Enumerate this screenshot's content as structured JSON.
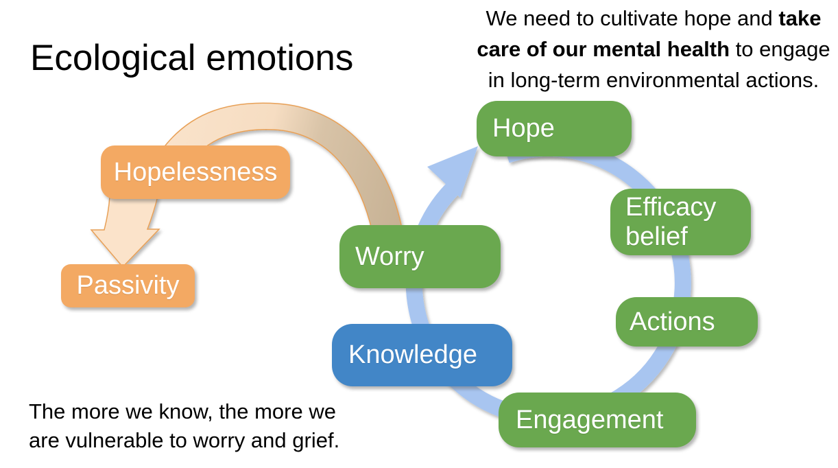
{
  "slide": {
    "title": "Ecological emotions",
    "note_top_right": {
      "full_text": "We need to cultivate hope and take care of our mental health to engage in long-term environmental actions.",
      "bold_text": "take care of our mental health",
      "lines": [
        {
          "pre": "We need to cultivate hope and ",
          "bold": "take",
          "post": ""
        },
        {
          "pre": "",
          "bold": "care of our mental health",
          "post": " to engage"
        },
        {
          "pre": "",
          "bold": "",
          "post": "in long-term environmental actions."
        }
      ]
    },
    "note_bottom_left": {
      "full_text": "The more we know, the more we are vulnerable to worry and grief.",
      "lines": [
        "The more we know, the more we",
        "are vulnerable to worry and grief."
      ]
    }
  },
  "diagram": {
    "cycle": {
      "ring_color": "#A8C5F0",
      "node_color_green": "#6AA84F",
      "node_color_blue": "#4286C7",
      "nodes": {
        "hope": {
          "label": "Hope",
          "color": "#6AA84F"
        },
        "efficacy_belief": {
          "label": "Efficacy belief",
          "color": "#6AA84F"
        },
        "actions": {
          "label": "Actions",
          "color": "#6AA84F"
        },
        "engagement": {
          "label": "Engagement",
          "color": "#6AA84F"
        },
        "knowledge": {
          "label": "Knowledge",
          "color": "#4286C7"
        },
        "worry": {
          "label": "Worry",
          "color": "#6AA84F"
        }
      }
    },
    "branch": {
      "node_color_orange": "#F3A963",
      "arrow_fill": "#FBE3CA",
      "arrow_stroke": "#E8A057",
      "arch_tan": "#C7B295",
      "nodes": {
        "hopelessness": {
          "label": "Hopelessness",
          "color": "#F3A963"
        },
        "passivity": {
          "label": "Passivity",
          "color": "#F3A963"
        }
      }
    }
  }
}
